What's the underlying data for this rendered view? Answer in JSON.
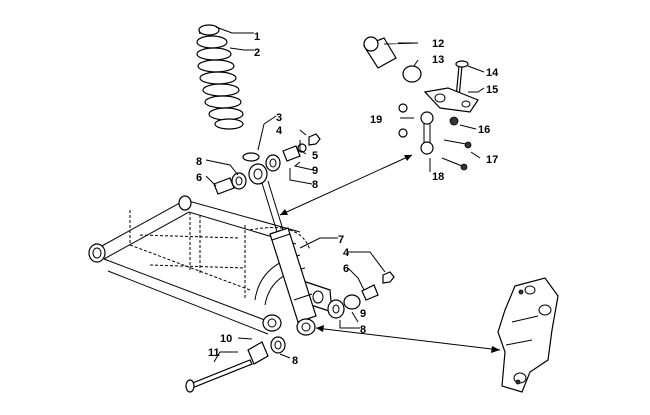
{
  "callouts": [
    {
      "id": "c1",
      "text": "1"
    },
    {
      "id": "c2",
      "text": "2"
    },
    {
      "id": "c3",
      "text": "3"
    },
    {
      "id": "c4a",
      "text": "4"
    },
    {
      "id": "c5",
      "text": "5"
    },
    {
      "id": "c6a",
      "text": "6"
    },
    {
      "id": "c7",
      "text": "7"
    },
    {
      "id": "c8a",
      "text": "8"
    },
    {
      "id": "c8b",
      "text": "8"
    },
    {
      "id": "c9a",
      "text": "9"
    },
    {
      "id": "c12",
      "text": "12"
    },
    {
      "id": "c13",
      "text": "13"
    },
    {
      "id": "c14",
      "text": "14"
    },
    {
      "id": "c15",
      "text": "15"
    },
    {
      "id": "c16",
      "text": "16"
    },
    {
      "id": "c17",
      "text": "17"
    },
    {
      "id": "c18",
      "text": "18"
    },
    {
      "id": "c19",
      "text": "19"
    },
    {
      "id": "c4b",
      "text": "4"
    },
    {
      "id": "c6b",
      "text": "6"
    },
    {
      "id": "c9b",
      "text": "9"
    },
    {
      "id": "c8c",
      "text": "8"
    },
    {
      "id": "c10",
      "text": "10"
    },
    {
      "id": "c11",
      "text": "11"
    },
    {
      "id": "c8d",
      "text": "8"
    }
  ]
}
